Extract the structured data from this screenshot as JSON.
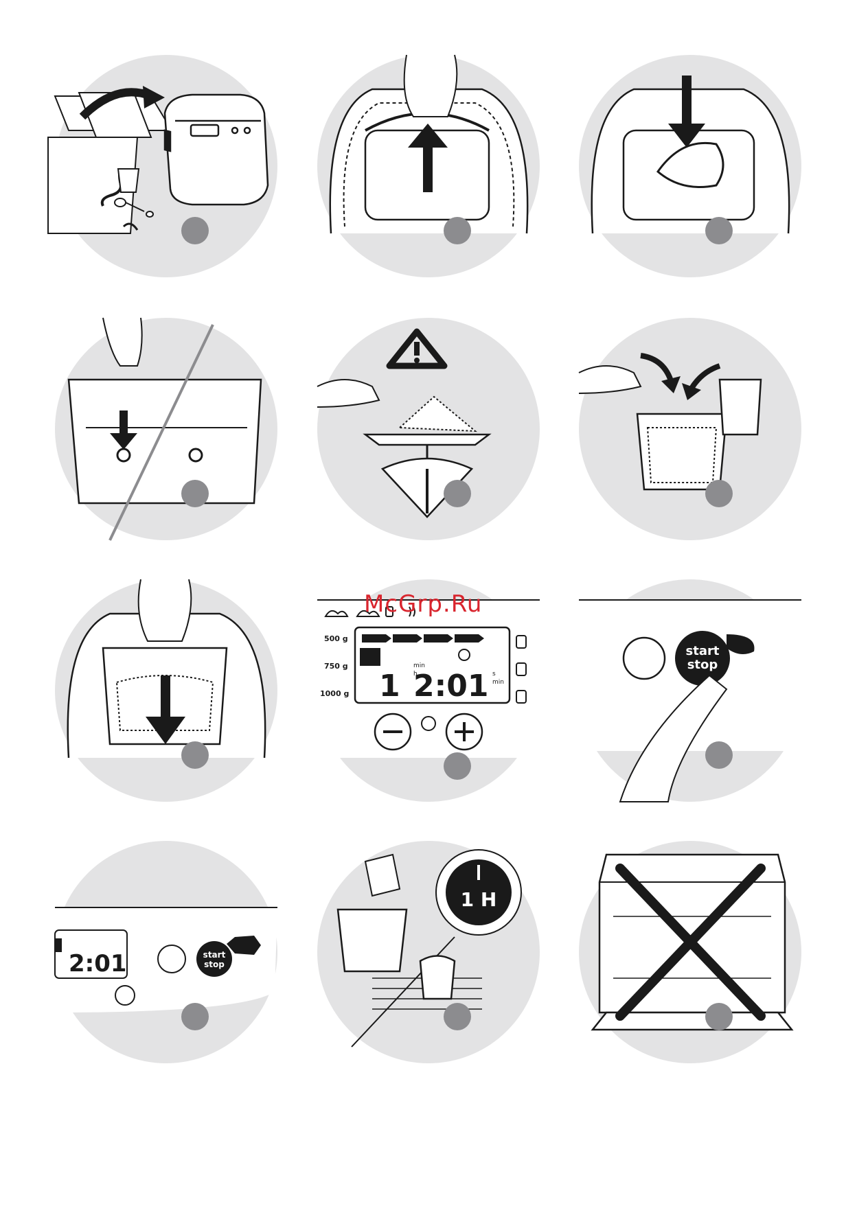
{
  "watermark": "McGrp.Ru",
  "panel_display": {
    "weights": [
      "500 g",
      "750 g",
      "1000 g"
    ],
    "program_digit": "1",
    "time_digits": "2:01",
    "unit_h": "h",
    "unit_min": "min",
    "unit_min_right": "min",
    "unit_s": "s"
  },
  "start_stop_button": {
    "line1": "start",
    "line2": "stop"
  },
  "rest_timer": {
    "label": "1 H"
  },
  "colors": {
    "circle": "#e3e3e4",
    "ink": "#1a1a1a",
    "badge": "#8c8c8f",
    "watermark": "#d9252e"
  }
}
